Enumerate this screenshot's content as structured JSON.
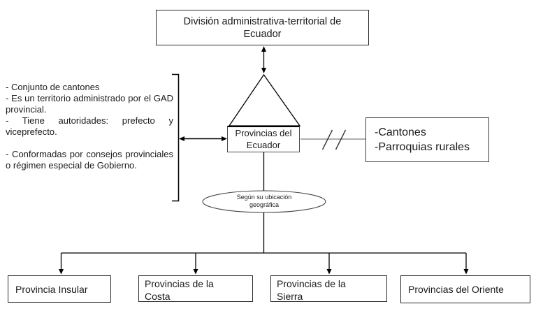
{
  "diagram": {
    "title_box": {
      "label": "División administrativa-territorial de Ecuador"
    },
    "center_box": {
      "label": "Provincias del Ecuador"
    },
    "left_notes": {
      "item1": "- Conjunto de cantones",
      "item2": "- Es un territorio administrado por el GAD provincial.",
      "item3": "- Tiene autoridades: prefecto y viceprefecto.",
      "item4": "- Conformadas por consejos provinciales o régimen especial de Gobierno."
    },
    "right_box": {
      "item1": "-Cantones",
      "item2": "-Parroquias rurales"
    },
    "ellipse": {
      "label": "Según su ubicación geográfica"
    },
    "bottom_boxes": [
      {
        "label": "Provincia Insular"
      },
      {
        "label": "Provincias de la Costa"
      },
      {
        "label": "Provincias de la Sierra"
      },
      {
        "label": "Provincias del Oriente"
      }
    ],
    "colors": {
      "line": "#000000",
      "connector_gray": "#7f7f7f",
      "slash": "#3c3c3c",
      "background": "#ffffff"
    }
  }
}
